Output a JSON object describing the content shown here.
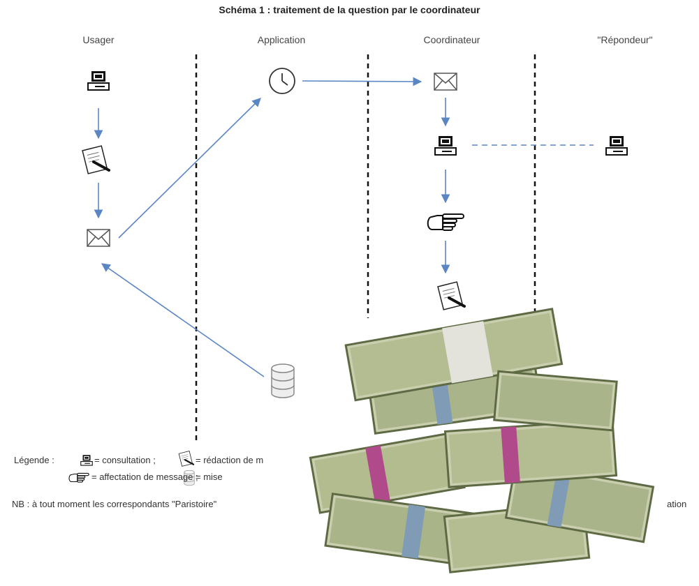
{
  "title": "Schéma 1 : traitement de la question par le coordinateur",
  "lanes": [
    "Usager",
    "Application",
    "Coordinateur",
    "\"Répondeur\""
  ],
  "legend": {
    "label": "Légende :",
    "line1_a": "= consultation ;",
    "line1_b": "= rédaction de m",
    "line2_a": "= affectation de message ;",
    "line2_b": "= mise"
  },
  "note": {
    "left": "NB : à tout moment les correspondants \"Paristoire\"",
    "right": "ation"
  },
  "colors": {
    "arrow": "#5b86c4",
    "lane_divider": "#111111",
    "icon": "#111111"
  },
  "overlay_image": "stacks-of-dollar-banknotes"
}
